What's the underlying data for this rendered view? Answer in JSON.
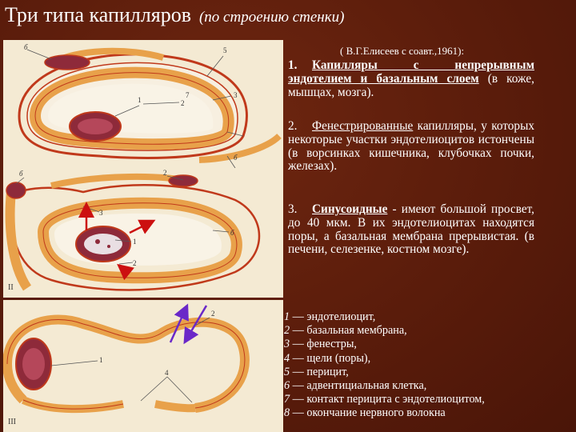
{
  "title": {
    "main": "Три типа капилляров",
    "sub": "(по строению стенки)"
  },
  "reference": "( В.Г.Елисеев с соавт.,1961):",
  "types": [
    {
      "number": "1.",
      "name": "Капилляры с непрерывным эндотелием и базальным слоем",
      "detail": "(в коже, мышцах, мозга)."
    },
    {
      "number": "2.",
      "name": "Фенестрированные",
      "detail": "капилляры, у которых некоторые участки эндотелиоцитов истончены (в ворсинках кишечника, клубочках почки, железах)."
    },
    {
      "number": "3.",
      "name": "Синусоидные",
      "detail": "- имеют большой просвет, до 40 мкм. В их эндотелиоцитах находятся поры, а базальная мембрана прерывистая. (в печени, селезенке, костном мозге)."
    }
  ],
  "legend": [
    {
      "n": "1",
      "text": "— эндотелиоцит,"
    },
    {
      "n": "2",
      "text": "— базальная мембрана,"
    },
    {
      "n": "3",
      "text": "— фенестры,"
    },
    {
      "n": "4",
      "text": "— щели (поры),"
    },
    {
      "n": "5",
      "text": "— перицит,"
    },
    {
      "n": "6",
      "text": "— адвентициальная клетка,"
    },
    {
      "n": "7",
      "text": "— контакт перицита с эндотелиоцитом,"
    },
    {
      "n": "8",
      "text": "— окончание нервного волокна"
    }
  ],
  "figure_labels": {
    "fig1": [
      "б",
      "5",
      "2",
      "7",
      "1",
      "3",
      "б"
    ],
    "fig2": [
      "б",
      "2",
      "3",
      "б",
      "1",
      "2",
      "II"
    ],
    "fig3": [
      "2",
      "1",
      "4",
      "III"
    ]
  },
  "colors": {
    "background": "#5c1d0c",
    "figure_bg": "#f4ead3",
    "cell_fill": "#e8a14a",
    "cell_edge": "#c0391b",
    "nucleus_fill": "#8e2a3a",
    "arrow_red": "#cc1010",
    "arrow_purple": "#6a28c8",
    "text": "#ffffff"
  },
  "icons": {
    "red_arrows": "arrow-icon",
    "purple_arrows": "arrow-icon"
  }
}
